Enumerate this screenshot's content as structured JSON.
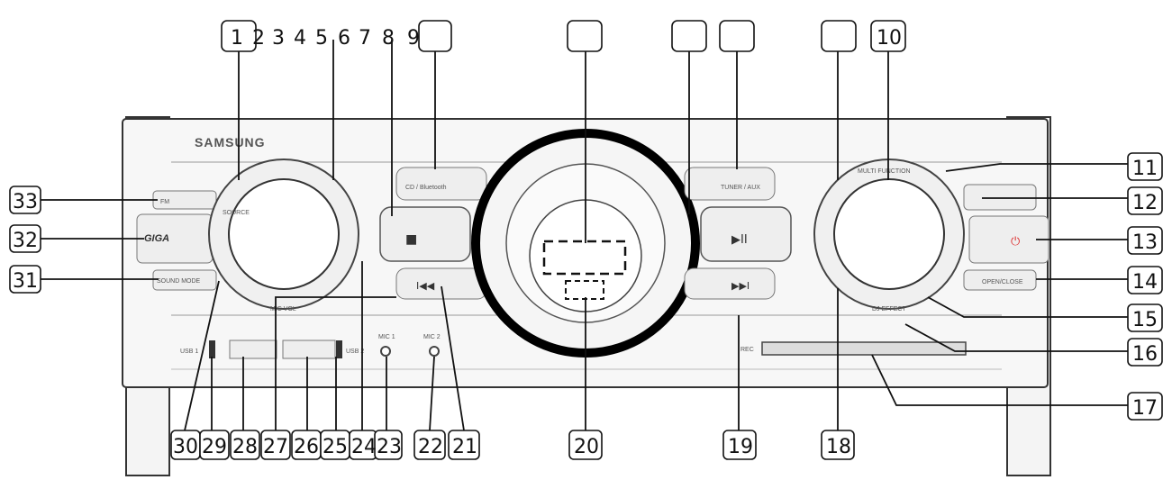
{
  "brand": "SAMSUNG",
  "callouts": {
    "top_row": [
      "1",
      "2",
      "3",
      "4",
      "5",
      "6",
      "7",
      "8",
      "9",
      "10"
    ],
    "right_column": [
      "11",
      "12",
      "13",
      "14",
      "15",
      "16",
      "17"
    ],
    "bottom_row": [
      "30",
      "29",
      "28",
      "27",
      "26",
      "25",
      "24",
      "23",
      "22",
      "21",
      "20",
      "19",
      "18"
    ],
    "left_column": [
      "33",
      "32",
      "31"
    ]
  },
  "panel_labels": {
    "fm": "FM",
    "giga_sound": "GIGA",
    "sound_mode": "SOUND MODE",
    "source": "SOURCE",
    "mic_vol": "MIC VOL",
    "cd_bluetooth": "CD / Bluetooth",
    "tuner_aux": "TUNER / AUX",
    "play_pause": "▶II",
    "stop": "■",
    "prev": "I◀◀",
    "next": "▶▶I",
    "power": "⏻",
    "open_close": "OPEN/CLOSE",
    "usb1": "USB 1",
    "usb2": "USB 2",
    "mic1": "MIC 1",
    "mic2": "MIC 2",
    "rec": "REC",
    "dj_effect": "DJ EFFECT",
    "multi_function": "MULTI FUNCTION"
  }
}
